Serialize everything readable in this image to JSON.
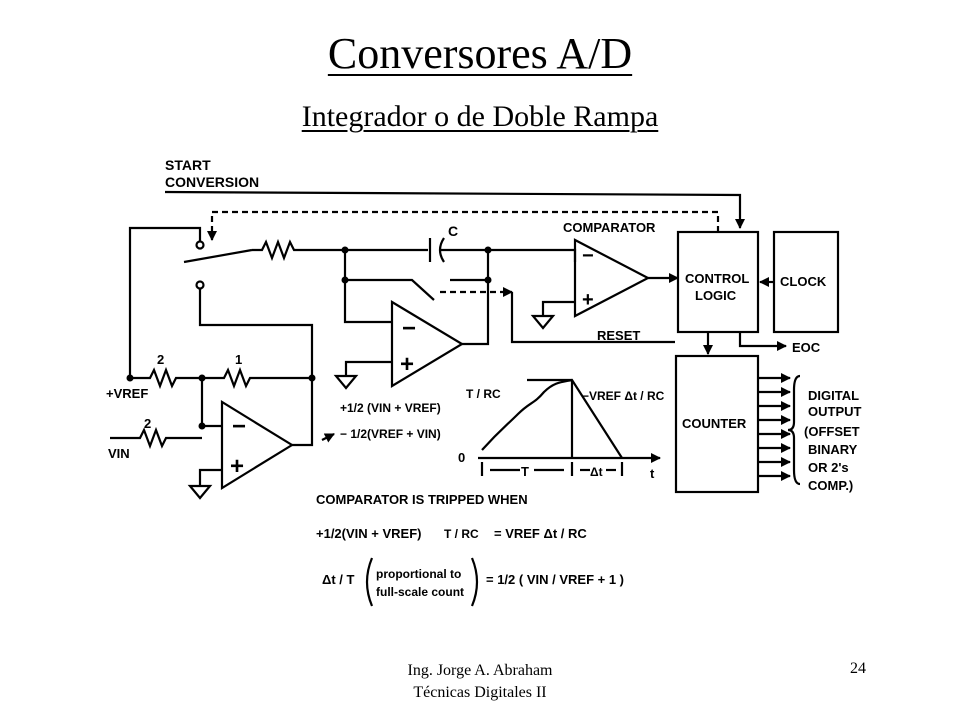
{
  "slide": {
    "title": "Conversores A/D",
    "subtitle": "Integrador o de Doble Rampa",
    "footer_author": "Ing. Jorge A. Abraham",
    "footer_course": "Técnicas Digitales II",
    "page_number": "24"
  },
  "diagram": {
    "start_line1": "START",
    "start_line2": "CONVERSION",
    "capacitor": "C",
    "comparator": "COMPARATOR",
    "control1": "CONTROL",
    "control2": "LOGIC",
    "clock": "CLOCK",
    "reset": "RESET",
    "eoc": "EOC",
    "counter": "COUNTER",
    "out1": "DIGITAL",
    "out2": "OUTPUT",
    "out3": "(OFFSET",
    "out4": "BINARY",
    "out5": "OR 2's",
    "out6": "COMP.)",
    "res2a": "2",
    "res1": "1",
    "res2b": "2",
    "vref_in": "+VREF",
    "vin_in": "VIN",
    "minus": "−",
    "plus": "+",
    "ramp_up": "+1/2 (VIN + VREF)",
    "t_over_rc": "T / RC",
    "ramp_down": "− 1/2(VREF + VIN)",
    "slope_down": "−VREF  Δt / RC",
    "zero": "0",
    "axis_T": "T",
    "axis_dt": "Δt",
    "axis_t": "t",
    "eq_head": "COMPARATOR IS TRIPPED WHEN",
    "eq1_lhs": "+1/2(VIN + VREF)",
    "eq1_frac": "T / RC",
    "eq1_rhs": "=  VREF  Δt / RC",
    "eq2_lhs": "Δt / T",
    "eq2_mid1": "proportional to",
    "eq2_mid2": "full-scale count",
    "eq2_rhs": "=  1/2 ( VIN / VREF + 1 )"
  }
}
